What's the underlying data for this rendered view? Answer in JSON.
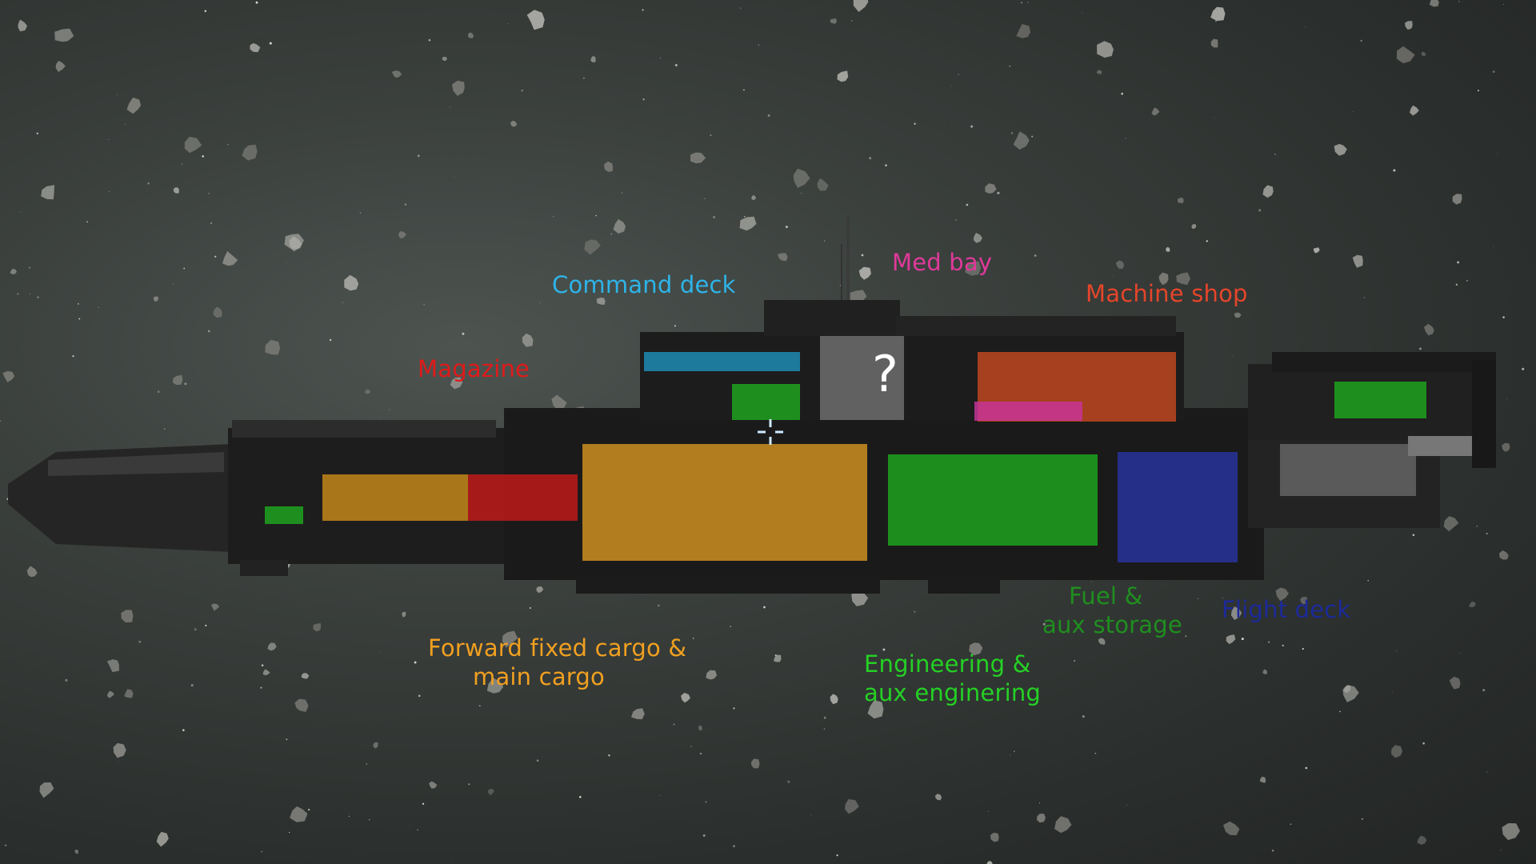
{
  "labels": {
    "command_deck": {
      "text": "Command deck",
      "color": "#2eb4e8"
    },
    "med_bay": {
      "text": "Med bay",
      "color": "#e0399a"
    },
    "machine_shop": {
      "text": "Machine shop",
      "color": "#e5452a"
    },
    "magazine": {
      "text": "Magazine",
      "color": "#e01a1a"
    },
    "forward_cargo_line1": {
      "text": "Forward fixed cargo &",
      "color": "#f0a020"
    },
    "forward_cargo_line2": {
      "text": "main cargo",
      "color": "#f0a020"
    },
    "engineering_line1": {
      "text": "Engineering &",
      "color": "#25d025"
    },
    "engineering_line2": {
      "text": "aux enginering",
      "color": "#25d025"
    },
    "fuel_line1": {
      "text": "Fuel &",
      "color": "#1f8f1f"
    },
    "fuel_line2": {
      "text": "aux storage",
      "color": "#1f8f1f"
    },
    "flight_deck": {
      "text": "Flight deck",
      "color": "#1c2a9a"
    },
    "unknown_room": {
      "text": "?",
      "color": "#ffffff"
    }
  },
  "rooms": {
    "command_deck_color": "#1f8fb8",
    "med_bay_color": "#c8359a",
    "machine_shop_color": "#c4481e",
    "magazine_color": "#c41a1a",
    "forward_cargo_color": "#c98a1a",
    "main_cargo_color": "#d39420",
    "engineering_color": "#1fa81f",
    "flight_deck_color": "#2a35a0",
    "unknown_room_color": "#707070"
  },
  "icons": {
    "crosshair": "crosshair-icon"
  }
}
